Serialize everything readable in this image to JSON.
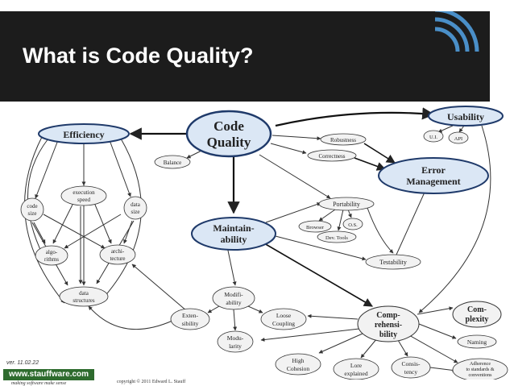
{
  "slide": {
    "title": "What is Code Quality?",
    "version": "ver. 11.02.22",
    "site": "www.stauffware.com",
    "tagline": "making software make sense",
    "copyright": "copyright © 2011 Edward L. Stauff"
  },
  "diagram": {
    "code_quality": [
      "Code",
      "Quality"
    ],
    "efficiency": "Efficiency",
    "usability": "Usability",
    "error_management": [
      "Error",
      "Management"
    ],
    "maintainability": [
      "Maintain-",
      "ability"
    ],
    "comprehensibility": [
      "Comp-",
      "rehensi-",
      "bility"
    ],
    "complexity": [
      "Com-",
      "plexity"
    ],
    "balance": "Balance",
    "robustness": "Robustness",
    "correctness": "Correctness",
    "ui": "U.I.",
    "api": "API",
    "portability": "Portability",
    "browser": "Browser",
    "os": "O.S.",
    "devtools": "Dev. Tools",
    "testability": "Testability",
    "execution_speed": [
      "execution",
      "speed"
    ],
    "code_size": [
      "code",
      "size"
    ],
    "data_size": [
      "data",
      "size"
    ],
    "algorithms": [
      "algo-",
      "rithms"
    ],
    "architecture": [
      "archi-",
      "tecture"
    ],
    "data_structures": [
      "data",
      "structures"
    ],
    "modifiability": [
      "Modifi-",
      "ability"
    ],
    "extensibility": [
      "Exten-",
      "sibility"
    ],
    "loose_coupling": [
      "Loose",
      "Coupling"
    ],
    "modularity": [
      "Modu-",
      "larity"
    ],
    "high_cohesion": [
      "High",
      "Cohesion"
    ],
    "lore_explained": [
      "Lore",
      "explained"
    ],
    "consistency": [
      "Consis-",
      "tency"
    ],
    "naming": "Naming",
    "adherence": [
      "Adherence",
      "to standards &",
      "conventions"
    ]
  },
  "colors": {
    "title_bar": "#1c1c1c",
    "node_fill": "#f2f2f2",
    "major_fill": "#dbe7f5",
    "major_stroke": "#1f3a6a",
    "site_badge": "#2e6b2e"
  }
}
